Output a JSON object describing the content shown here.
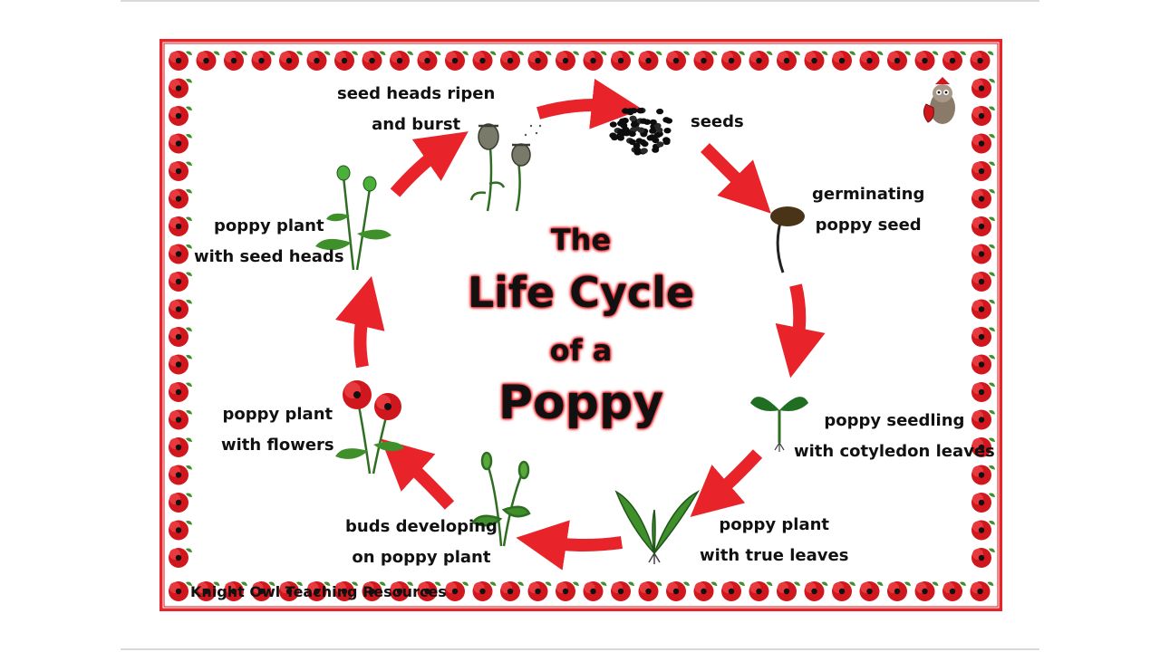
{
  "diagram": {
    "title": {
      "line1": "The",
      "line2": "Life Cycle",
      "line3": "of a",
      "line4": "Poppy"
    },
    "stages": [
      {
        "id": "seeds",
        "line1": "seeds",
        "line2": ""
      },
      {
        "id": "germinating",
        "line1": "germinating",
        "line2": "poppy seed"
      },
      {
        "id": "seedling",
        "line1": "poppy seedling",
        "line2": "with cotyledon leaves"
      },
      {
        "id": "true-leaves",
        "line1": "poppy plant",
        "line2": "with true leaves"
      },
      {
        "id": "buds",
        "line1": "buds developing",
        "line2": "on poppy plant"
      },
      {
        "id": "flowers",
        "line1": "poppy plant",
        "line2": "with flowers"
      },
      {
        "id": "seed-heads",
        "line1": "poppy plant",
        "line2": "with seed heads"
      },
      {
        "id": "ripen",
        "line1": "seed heads ripen",
        "line2": "and burst"
      }
    ],
    "credit": "Knight Owl Teaching Resources",
    "colors": {
      "border": "#e8242a",
      "poppy": "#d0171d",
      "arrow": "#e8242a",
      "title_glow": "#e8242a",
      "leaf": "#3f8f2b"
    },
    "icons": [
      "poppy-flower-border-icon",
      "owl-knight-icon",
      "curved-arrow-icon"
    ]
  }
}
